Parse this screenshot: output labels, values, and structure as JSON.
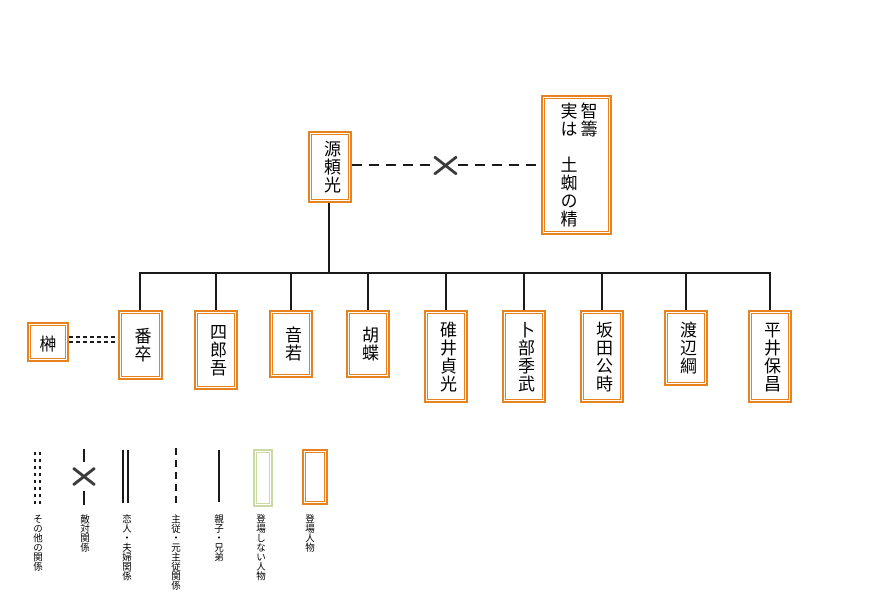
{
  "figures": {
    "yorimitsu": "源頼光",
    "chichu": {
      "line1": "智籌",
      "line2": "実は　土蜘の精"
    },
    "sakaki": "榊",
    "children": [
      "番卒",
      "四郎吾",
      "音若",
      "胡蝶",
      "碓井貞光",
      "卜部季武",
      "坂田公時",
      "渡辺綱",
      "平井保昌"
    ]
  },
  "legend": {
    "items": [
      {
        "symbol": "double-dotted-line",
        "label": "その他の関係"
      },
      {
        "symbol": "dashed-line-with-x",
        "label": "敵対関係"
      },
      {
        "symbol": "double-solid-line",
        "label": "恋人・夫婦関係"
      },
      {
        "symbol": "dashed-line",
        "label": "主従・元主従関係"
      },
      {
        "symbol": "solid-line",
        "label": "親子・兄弟"
      },
      {
        "symbol": "outlined-box-green",
        "label": "登場しない人物"
      },
      {
        "symbol": "outlined-box-orange",
        "label": "登場人物"
      }
    ]
  },
  "colors": {
    "appearing_character": "#E8821E",
    "non_appearing_character": "#CBD9A4",
    "line": "#1A1A1A"
  }
}
